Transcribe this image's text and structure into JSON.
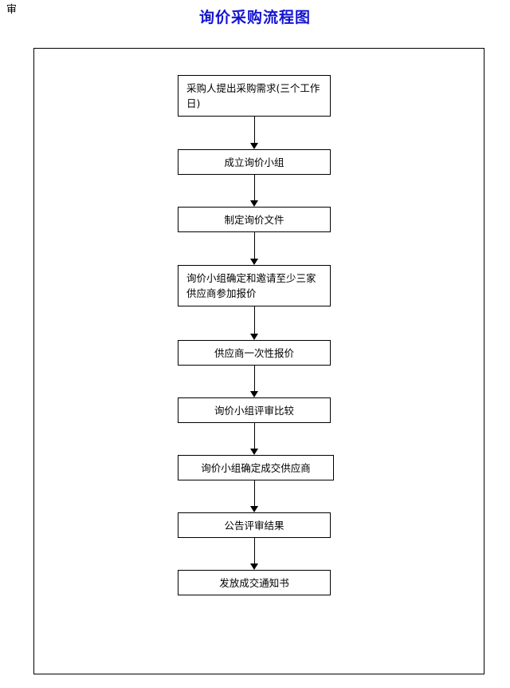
{
  "page": {
    "margin_mark": "审",
    "title": "询价采购流程图",
    "title_color": "#1414d2",
    "border_color": "#000000",
    "background": "#ffffff"
  },
  "chart_data": {
    "type": "diagram",
    "subtype": "flowchart",
    "title": "询价采购流程图",
    "orientation": "top-to-bottom",
    "node_count": 9,
    "nodes": [
      {
        "id": "n1",
        "label": "采购人提出采购需求(三个工作日)",
        "lines": [
          "采购人提出采购需求(三个",
          "工作日)"
        ]
      },
      {
        "id": "n2",
        "label": "成立询价小组",
        "lines": [
          "成立询价小组"
        ]
      },
      {
        "id": "n3",
        "label": "制定询价文件",
        "lines": [
          "制定询价文件"
        ]
      },
      {
        "id": "n4",
        "label": "询价小组确定和邀请至少三家供应商参加报价",
        "lines": [
          "询价小组确定和邀请至少三",
          "家供应商参加报价"
        ]
      },
      {
        "id": "n5",
        "label": "供应商一次性报价",
        "lines": [
          "供应商一次性报价"
        ]
      },
      {
        "id": "n6",
        "label": "询价小组评审比较",
        "lines": [
          "询价小组评审比较"
        ]
      },
      {
        "id": "n7",
        "label": "询价小组确定成交供应商",
        "lines": [
          "询价小组确定成交供应商"
        ]
      },
      {
        "id": "n8",
        "label": "公告评审结果",
        "lines": [
          "公告评审结果"
        ]
      },
      {
        "id": "n9",
        "label": "发放成交通知书",
        "lines": [
          "发放成交通知书"
        ]
      }
    ],
    "edges": [
      {
        "from": "n1",
        "to": "n2",
        "arrow": "down"
      },
      {
        "from": "n2",
        "to": "n3",
        "arrow": "down"
      },
      {
        "from": "n3",
        "to": "n4",
        "arrow": "down"
      },
      {
        "from": "n4",
        "to": "n5",
        "arrow": "down"
      },
      {
        "from": "n5",
        "to": "n6",
        "arrow": "down"
      },
      {
        "from": "n6",
        "to": "n7",
        "arrow": "down"
      },
      {
        "from": "n7",
        "to": "n8",
        "arrow": "down"
      },
      {
        "from": "n8",
        "to": "n9",
        "arrow": "down"
      }
    ]
  }
}
